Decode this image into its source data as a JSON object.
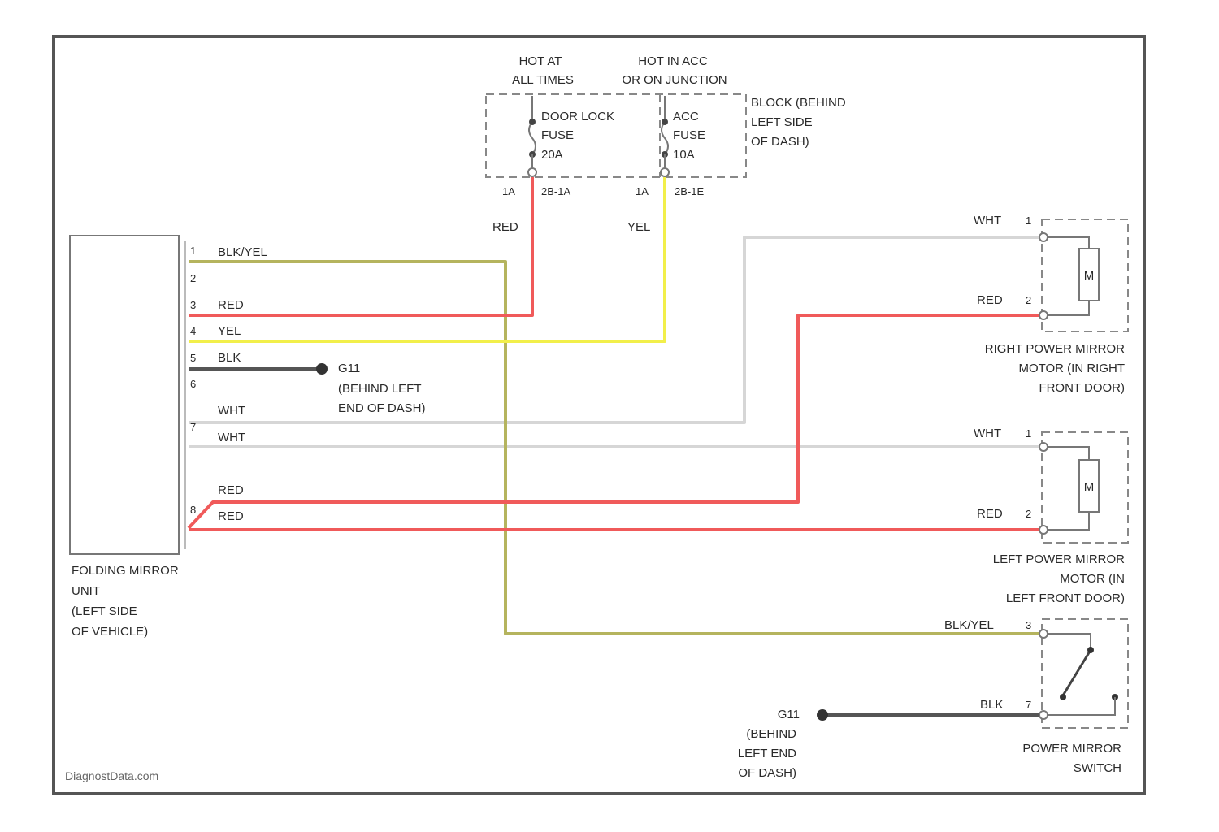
{
  "colors": {
    "red": "#f05a5a",
    "yellow": "#f2ef4a",
    "blk_yel": "#b5b45e",
    "blk": "#555555",
    "wht": "#d6d6d6"
  },
  "fuse_block": {
    "source_left": [
      "HOT AT",
      "ALL TIMES"
    ],
    "source_right": [
      "HOT IN ACC",
      "OR ON JUNCTION"
    ],
    "location": [
      "BLOCK (BEHIND",
      "LEFT SIDE",
      "OF DASH)"
    ],
    "fuse_left": [
      "DOOR LOCK",
      "FUSE",
      "20A"
    ],
    "fuse_right": [
      "ACC",
      "FUSE",
      "10A"
    ],
    "pin_left": "1A",
    "pin_left_conn": "2B-1A",
    "pin_right": "1A",
    "pin_right_conn": "2B-1E",
    "wire_left": "RED",
    "wire_right": "YEL"
  },
  "folding_unit": {
    "label": [
      "FOLDING MIRROR",
      "UNIT",
      "(LEFT SIDE",
      "OF VEHICLE)"
    ],
    "pins": [
      {
        "num": "1",
        "wire": "BLK/YEL"
      },
      {
        "num": "2",
        "wire": ""
      },
      {
        "num": "3",
        "wire": "RED"
      },
      {
        "num": "4",
        "wire": "YEL"
      },
      {
        "num": "5",
        "wire": "BLK"
      },
      {
        "num": "6",
        "wire": ""
      },
      {
        "num": "7",
        "wire": "WHT"
      },
      {
        "num": "7",
        "wire": "WHT"
      },
      {
        "num": "8",
        "wire": "RED"
      },
      {
        "num": "8",
        "wire": "RED"
      }
    ]
  },
  "ground_left": {
    "id": "G11",
    "desc": [
      "(BEHIND LEFT",
      "END OF DASH)"
    ]
  },
  "right_mirror": {
    "pin1_wire": "WHT",
    "pin1": "1",
    "pin2_wire": "RED",
    "pin2": "2",
    "motor": "M",
    "label": [
      "RIGHT POWER MIRROR",
      "MOTOR (IN RIGHT",
      "FRONT DOOR)"
    ]
  },
  "left_mirror": {
    "pin1_wire": "WHT",
    "pin1": "1",
    "pin2_wire": "RED",
    "pin2": "2",
    "motor": "M",
    "label": [
      "LEFT POWER MIRROR",
      "MOTOR (IN",
      "LEFT FRONT DOOR)"
    ]
  },
  "switch": {
    "pin1_wire": "BLK/YEL",
    "pin1": "3",
    "pin2_wire": "BLK",
    "pin2": "7",
    "label": [
      "POWER MIRROR",
      "SWITCH"
    ]
  },
  "ground_right": {
    "id": "G11",
    "desc": [
      "(BEHIND",
      "LEFT END",
      "OF DASH)"
    ]
  },
  "watermark": "DiagnostData.com"
}
